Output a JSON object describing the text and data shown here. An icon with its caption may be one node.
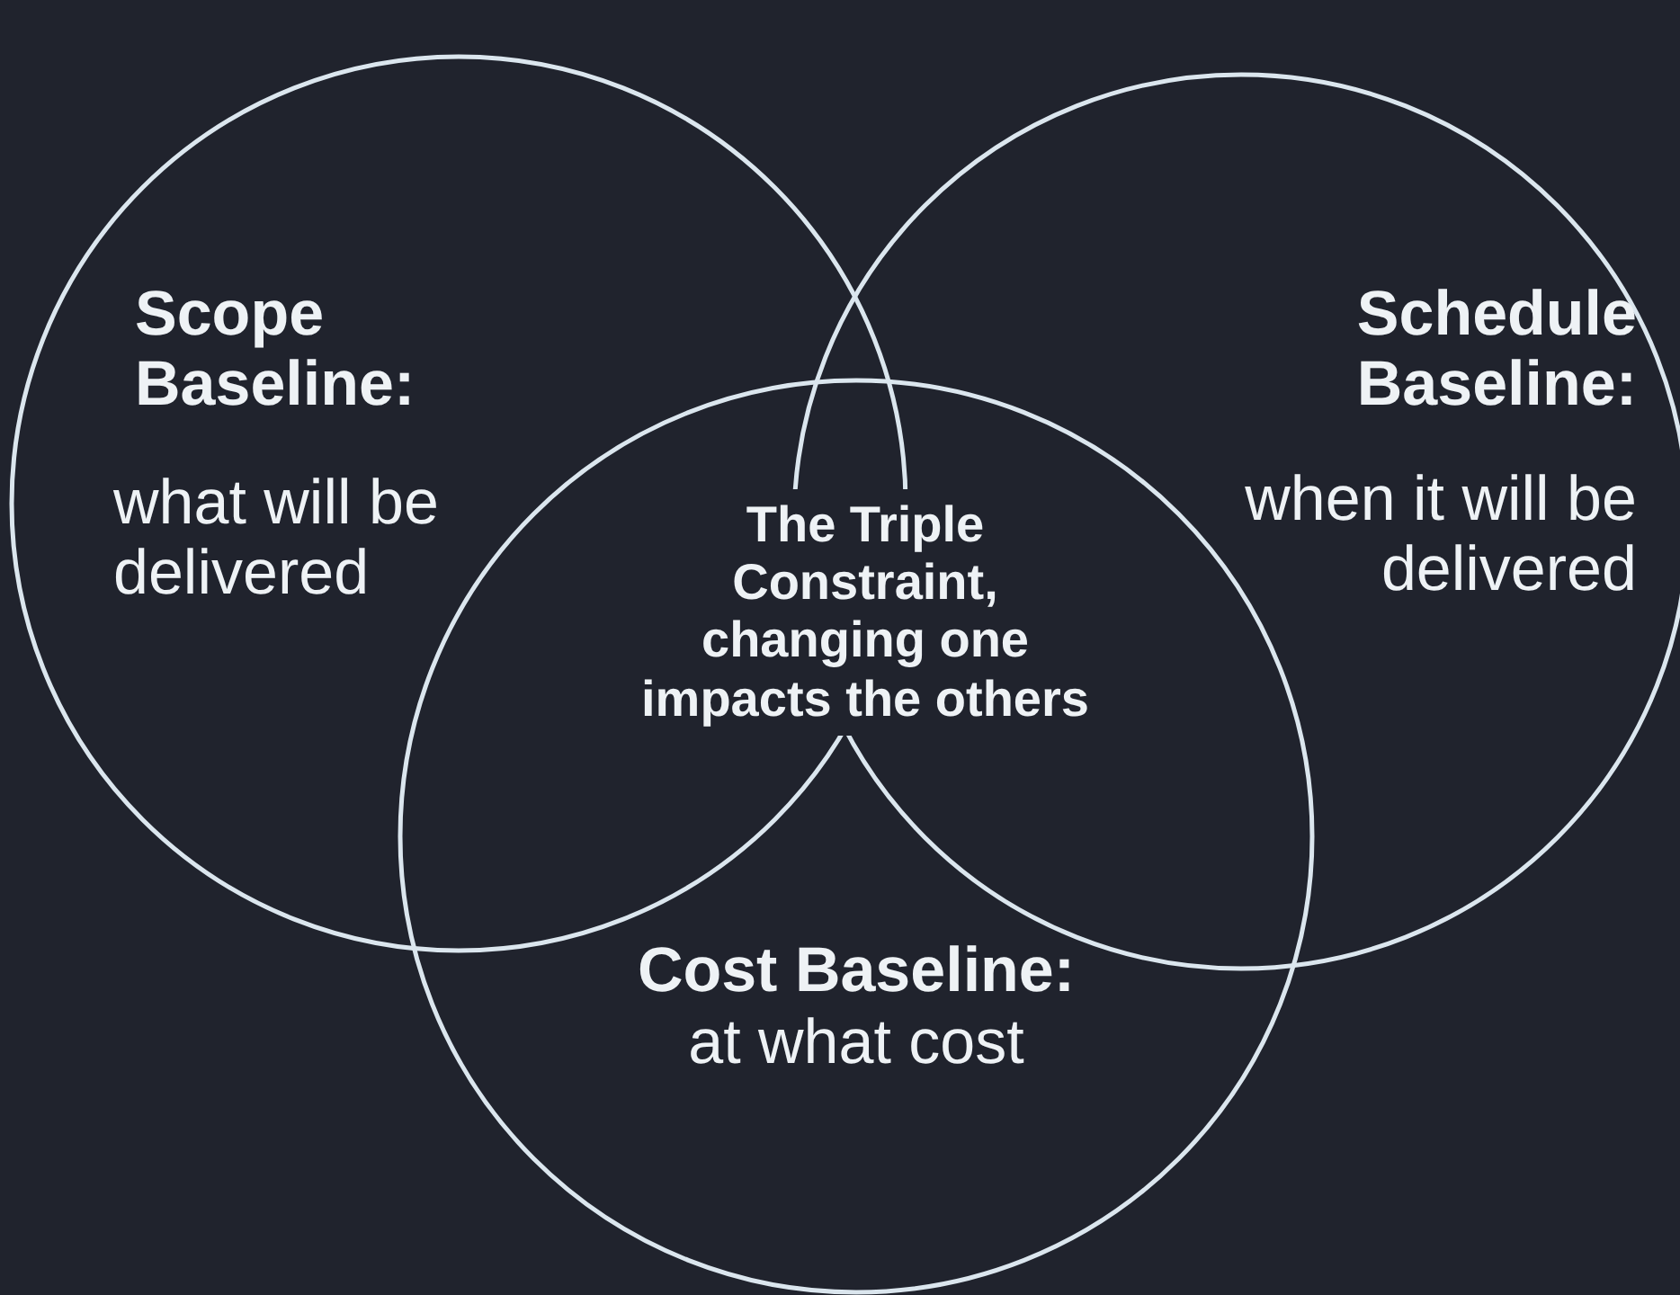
{
  "diagram": {
    "nodes": [
      {
        "text": [
          "Scope Baseline:",
          "what will be delivered"
        ]
      },
      {
        "text": [
          "Schedule Baseline:",
          "when it will be delivered"
        ]
      },
      {
        "text": [
          "Cost Baseline:",
          "at what cost"
        ]
      }
    ],
    "labels": [
      "The Triple Constraint, changing one impacts the others"
    ]
  }
}
